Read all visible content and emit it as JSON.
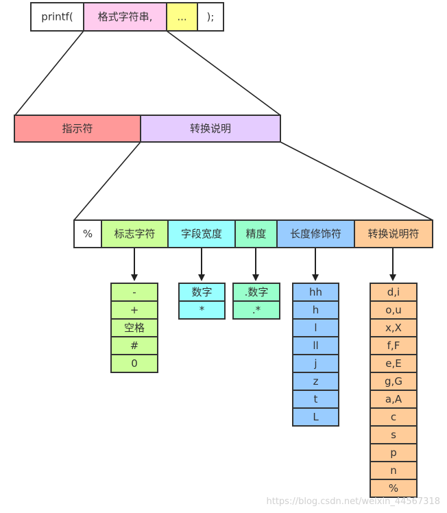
{
  "colors": {
    "white": "#ffffff",
    "pink": "#ffccee",
    "yellow": "#ffff88",
    "red": "#ff9999",
    "lavender": "#e5ccff",
    "green": "#ccff99",
    "cyan": "#99ffff",
    "mint": "#99ffcc",
    "blue": "#99ccff",
    "orange": "#ffcc99",
    "stroke": "#333333"
  },
  "top_row": [
    "printf(",
    "格式字符串,",
    "...",
    ");"
  ],
  "format_row": [
    "指示符",
    "转换说明"
  ],
  "spec_row": [
    "%",
    "标志字符",
    "字段宽度",
    "精度",
    "长度修饰符",
    "转换说明符"
  ],
  "lists": {
    "flags": [
      "-",
      "+",
      "空格",
      "#",
      "0"
    ],
    "width": [
      "数字",
      "*"
    ],
    "precision": [
      ".数字",
      ".*"
    ],
    "length": [
      "hh",
      "h",
      "l",
      "ll",
      "j",
      "z",
      "t",
      "L"
    ],
    "conversion": [
      "d,i",
      "o,u",
      "x,X",
      "f,F",
      "e,E",
      "g,G",
      "a,A",
      "c",
      "s",
      "p",
      "n",
      "%"
    ]
  },
  "watermark": "https://blog.csdn.net/weixin_44567318"
}
